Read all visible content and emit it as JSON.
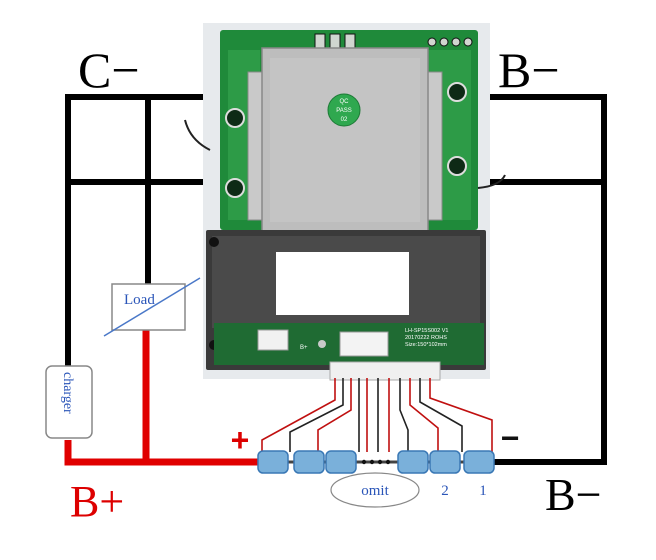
{
  "labels": {
    "c_minus": "C−",
    "b_minus_top": "B−",
    "b_minus_bottom": "B−",
    "b_plus": "B+",
    "load": "Load",
    "charger": "charger",
    "omit": "omit",
    "cell_1": "1",
    "cell_2": "2",
    "plus_sign": "+",
    "minus_sign": "−",
    "board_bplus": "B+",
    "board_spec_1": "LH-SP15S002 V1",
    "board_spec_2": "20170222 ROHS",
    "board_spec_3": "Size:150*102mm",
    "qc_1": "QC",
    "qc_2": "PASS",
    "qc_3": "02"
  },
  "colors": {
    "black_wire": "#000000",
    "red_wire": "#e00000",
    "label_red": "#dd0000",
    "label_blue": "#2a55b8",
    "pcb_green": "#1f8a3a",
    "cell_blue": "#7ab0da",
    "plate_gray": "#bdbdbd"
  }
}
